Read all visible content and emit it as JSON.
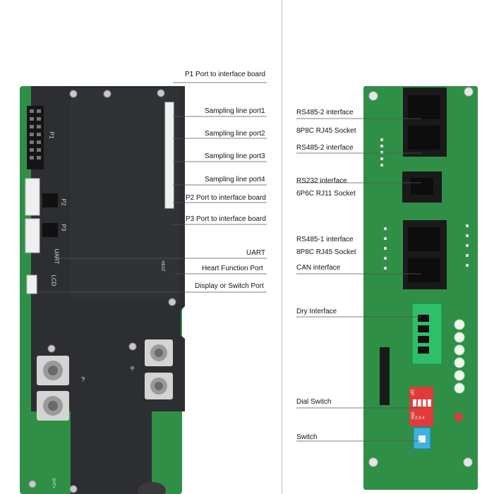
{
  "left_labels": [
    "P1 Port to interface board",
    "Sampling line port1",
    "Sampling line port2",
    "Sampling line port3",
    "Sampling line port4",
    "P2 Port to interface board",
    "P3 Port to interface board",
    "UART",
    "Heart Function Port",
    "Display or Switch Port"
  ],
  "right_labels": [
    "RS485-2 interface",
    "8P8C RJ45 Socket",
    "RS485-2 interface",
    "RS232 interface",
    "6P6C RJ11 Socket",
    "RS485-1 interface",
    "8P8C RJ45 Socket",
    "CAN interface",
    "Dry Interface",
    "Dial Switch",
    "Switch"
  ],
  "board_markings": {
    "p1": "P1",
    "p2": "P2",
    "p3": "P3",
    "uart": "UART",
    "lcd": "LCD",
    "heat": "HEAT",
    "p_minus": "P-",
    "b_minus": "B-",
    "bat_plus": "BAT+",
    "dip_on": "ON",
    "dip_dp": "DP",
    "dip_numbers": "1 2 3 4"
  },
  "colors": {
    "pcb_green": "#2f8f46",
    "plate_black": "#2c2e31",
    "dip_red": "#e23a3a",
    "switch_blue": "#3fb3e0",
    "terminal_green": "#2fbf6a"
  }
}
